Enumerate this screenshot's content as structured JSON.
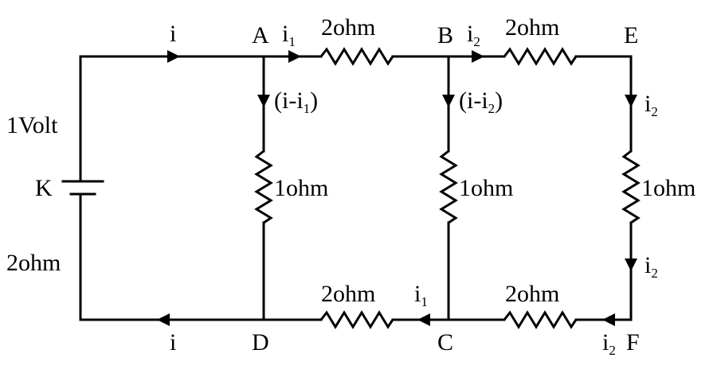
{
  "battery": {
    "node": "K",
    "emf": "1Volt",
    "internal_resistance": "2ohm"
  },
  "nodes": {
    "a": "A",
    "b": "B",
    "c": "C",
    "d": "D",
    "e": "E",
    "f": "F"
  },
  "resistors": {
    "ab": "2ohm",
    "be": "2ohm",
    "ad": "1ohm",
    "bc": "1ohm",
    "ef": "1ohm",
    "dc": "2ohm",
    "cf": "2ohm"
  },
  "currents": {
    "main_top": "i",
    "main_bottom": "i",
    "ab": {
      "base": "i",
      "sub": "1"
    },
    "be": {
      "base": "i",
      "sub": "2"
    },
    "ad": {
      "open": "(i-i",
      "sub": "1",
      "close": ")"
    },
    "bc": {
      "open": "(i-i",
      "sub": "2",
      "close": ")"
    },
    "ef_top": {
      "base": "i",
      "sub": "2"
    },
    "ef_bottom": {
      "base": "i",
      "sub": "2"
    },
    "cd": {
      "base": "i",
      "sub": "1"
    },
    "fc": {
      "base": "i",
      "sub": "2"
    }
  }
}
